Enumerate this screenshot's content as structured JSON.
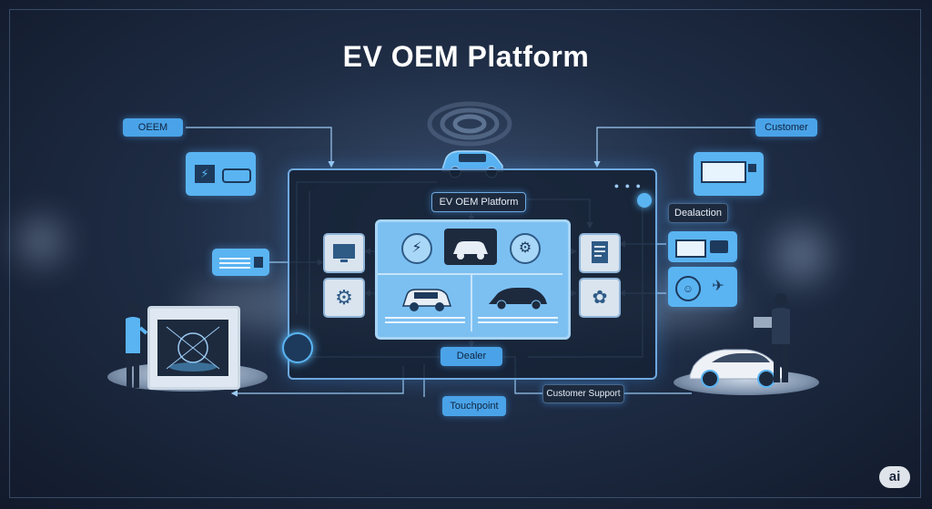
{
  "title": "EV OEM Platform",
  "nodes": {
    "oem": "OEEM",
    "customer": "Customer",
    "platform": "EV OEM Platform",
    "dealaction": "Dealaction",
    "dealer": "Dealer",
    "touchpoint": "Touchpoint",
    "customer_support": "Customer Support"
  },
  "badge": "ai",
  "colors": {
    "accent": "#4aa3e8",
    "background": "#1e2c44",
    "panel_border": "#6fa8df"
  },
  "icons": [
    "lightning-icon",
    "car-icon",
    "monitor-icon",
    "gear-icon",
    "document-icon",
    "wifi-signal-icon",
    "person-icon",
    "laptop-icon"
  ]
}
